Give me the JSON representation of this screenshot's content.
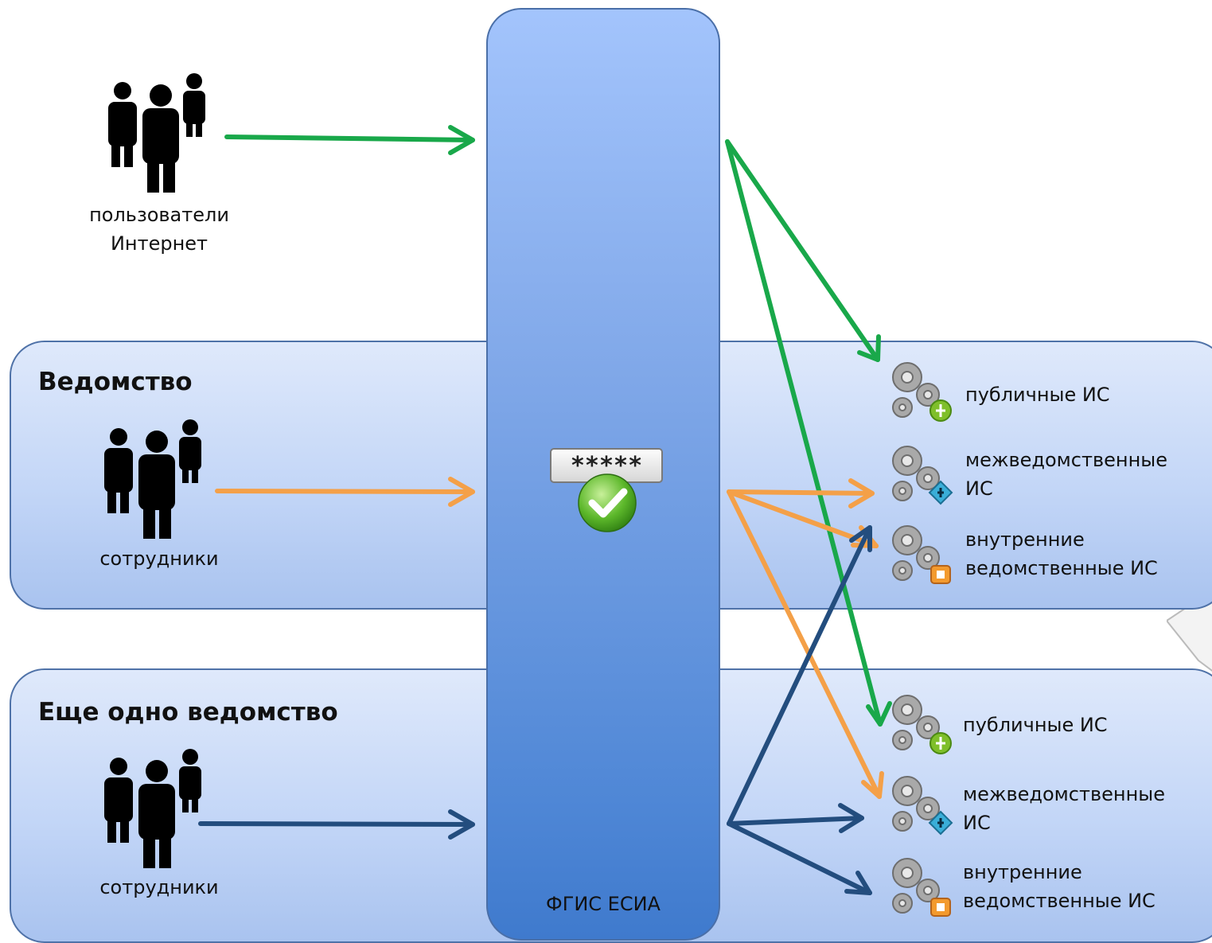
{
  "internet_users": {
    "label_line1": "пользователи",
    "label_line2": "Интернет"
  },
  "agency1": {
    "title": "Ведомство",
    "employees_label": "сотрудники",
    "systems": [
      {
        "line1": "публичные ИС",
        "line2": ""
      },
      {
        "line1": "межведомственные",
        "line2": "ИС"
      },
      {
        "line1": "внутренние",
        "line2": "ведомственные ИС"
      }
    ]
  },
  "agency2": {
    "title": "Еще одно ведомство",
    "employees_label": "сотрудники",
    "systems": [
      {
        "line1": "публичные ИС",
        "line2": ""
      },
      {
        "line1": "межведомственные",
        "line2": "ИС"
      },
      {
        "line1": "внутренние",
        "line2": "ведомственные ИС"
      }
    ]
  },
  "esia": {
    "label": "ФГИС ЕСИА",
    "password_mask": "*****"
  },
  "colors": {
    "internet": "#19a84a",
    "agency1": "#f4a048",
    "agency2": "#234d7e"
  }
}
